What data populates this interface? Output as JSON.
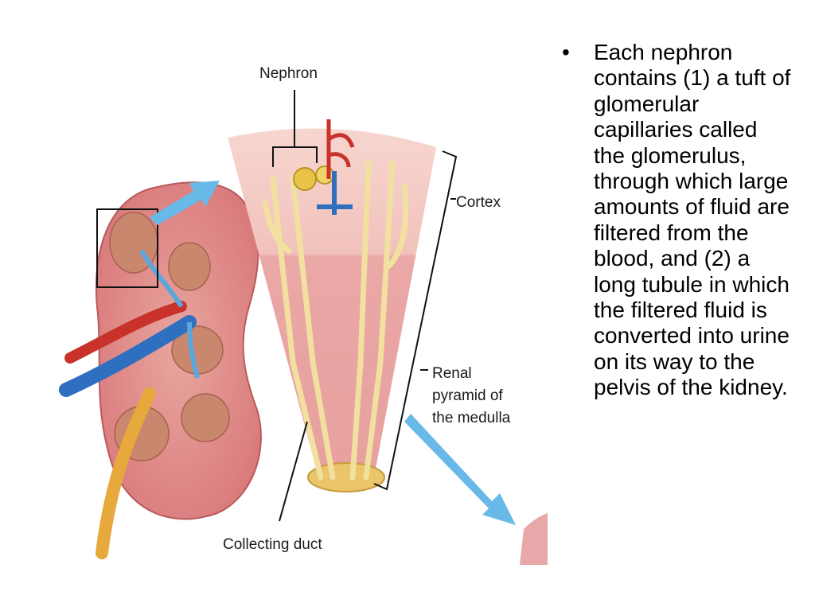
{
  "slide": {
    "figure": {
      "labels": {
        "nephron": "Nephron",
        "cortex": "Cortex",
        "renal_1": "Renal",
        "renal_2": "pyramid of",
        "renal_3": "the medulla",
        "collecting_duct": "Collecting duct"
      }
    },
    "bullet": {
      "symbol": "•",
      "text": "Each nephron contains (1) a tuft of glomerular capillaries called the glomerulus, through which large amounts of fluid are filtered from the blood, and (2) a long tubule in which the filtered fluid is converted into urine on its way to the pelvis of the kidney."
    }
  },
  "colors": {
    "kidney": "#d9787a",
    "cortex_wedge": "#f4c9c4",
    "medulla_wedge": "#eba5a4",
    "tubule": "#f1e0a0",
    "arrow": "#69b9e8",
    "vein": "#2f6fbf",
    "artery": "#c8322a"
  }
}
